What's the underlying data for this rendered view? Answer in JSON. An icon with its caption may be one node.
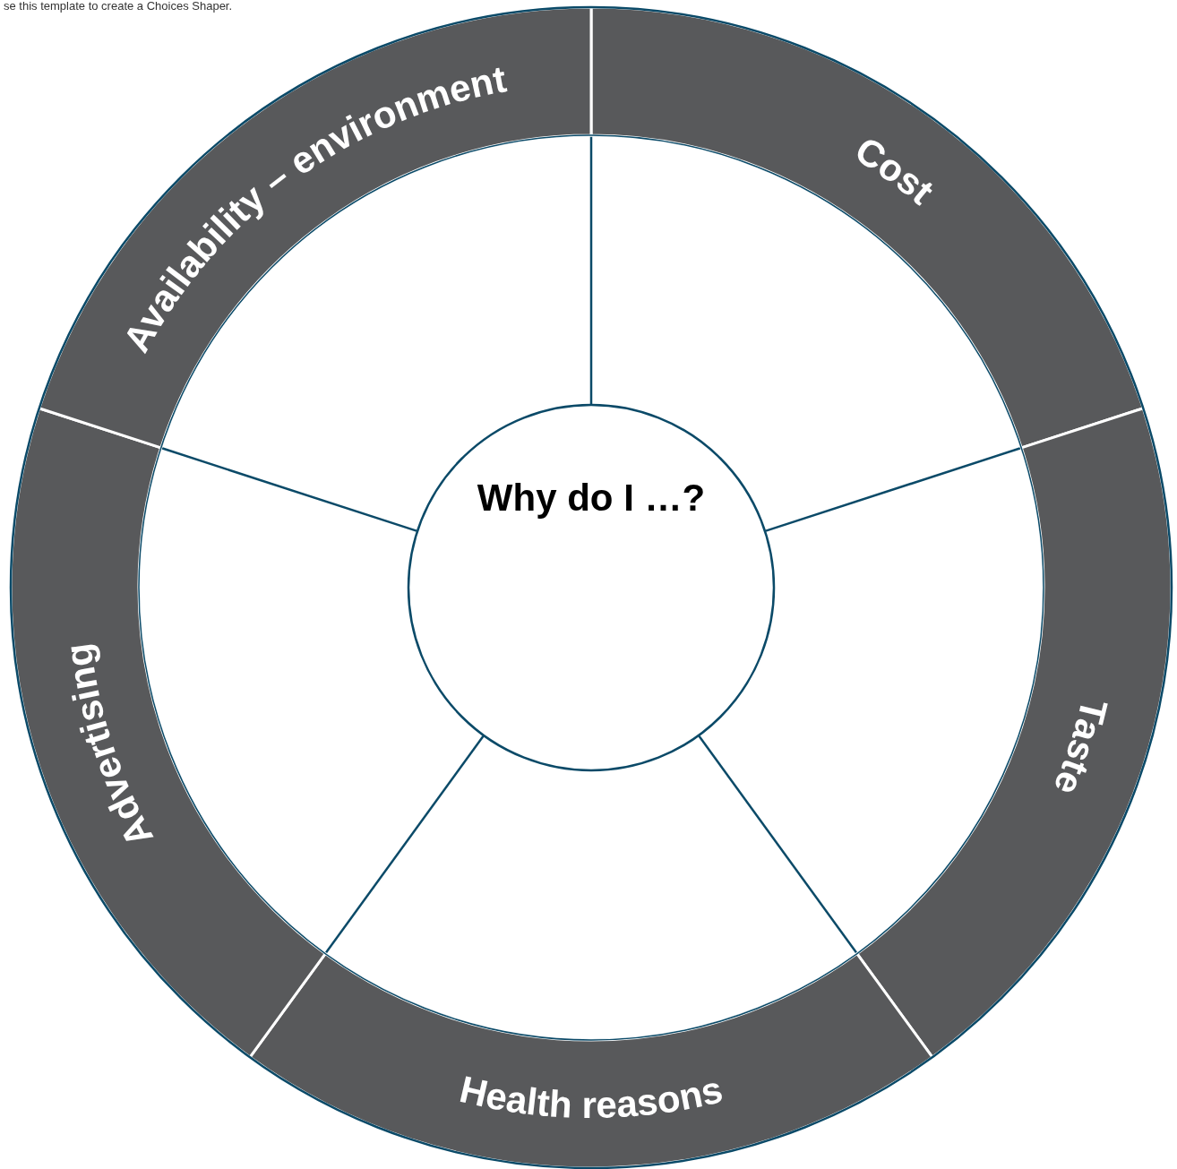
{
  "diagram": {
    "nodes": [
      {
        "text": [
          "Why do I …?"
        ]
      },
      {
        "text": [
          "Cost"
        ]
      },
      {
        "text": [
          "Taste"
        ]
      },
      {
        "text": [
          "Health reasons"
        ]
      },
      {
        "text": [
          "Advertising"
        ]
      },
      {
        "text": [
          "Availability – environment"
        ]
      }
    ],
    "labels": [
      "se this template to create a Choices Shaper."
    ]
  }
}
